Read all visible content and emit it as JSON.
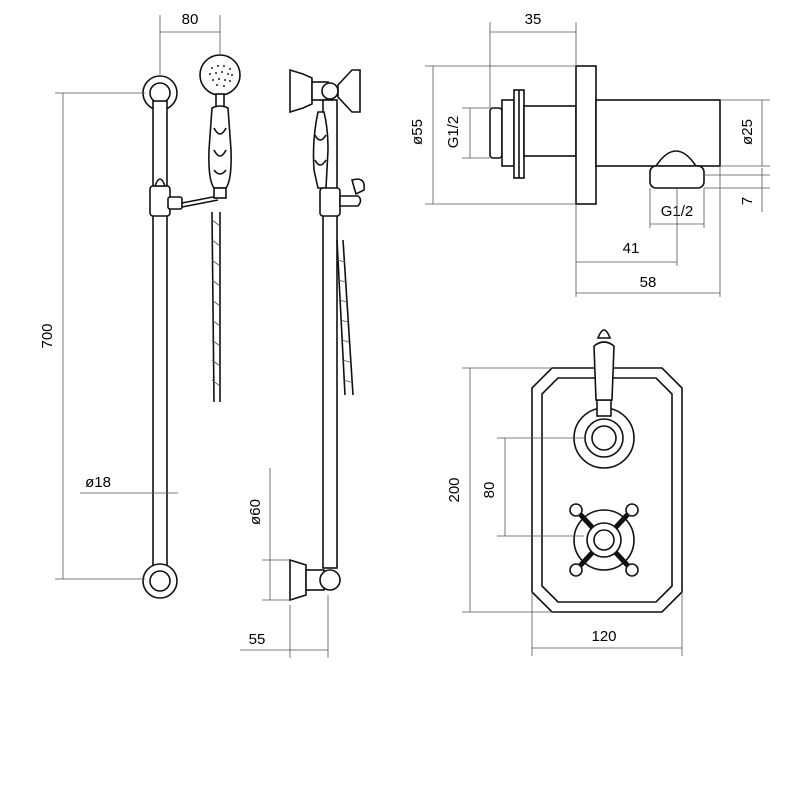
{
  "dimensions": {
    "rail_handset_width": "80",
    "rail_length": "700",
    "rail_diameter": "ø18",
    "bracket_diameter": "ø60",
    "bracket_projection": "55",
    "outlet_depth": "35",
    "outlet_plate_diameter": "ø55",
    "outlet_inlet_thread": "G1/2",
    "outlet_body_diameter": "ø25",
    "outlet_connector_thread": "G1/2",
    "outlet_connector_height": "7",
    "outlet_connector_offset": "41",
    "outlet_total_projection": "58",
    "valve_plate_height": "200",
    "valve_handle_spacing": "80",
    "valve_plate_width": "120"
  },
  "colors": {
    "line": "#111111",
    "dimension_line": "#555555",
    "background": "#ffffff"
  }
}
